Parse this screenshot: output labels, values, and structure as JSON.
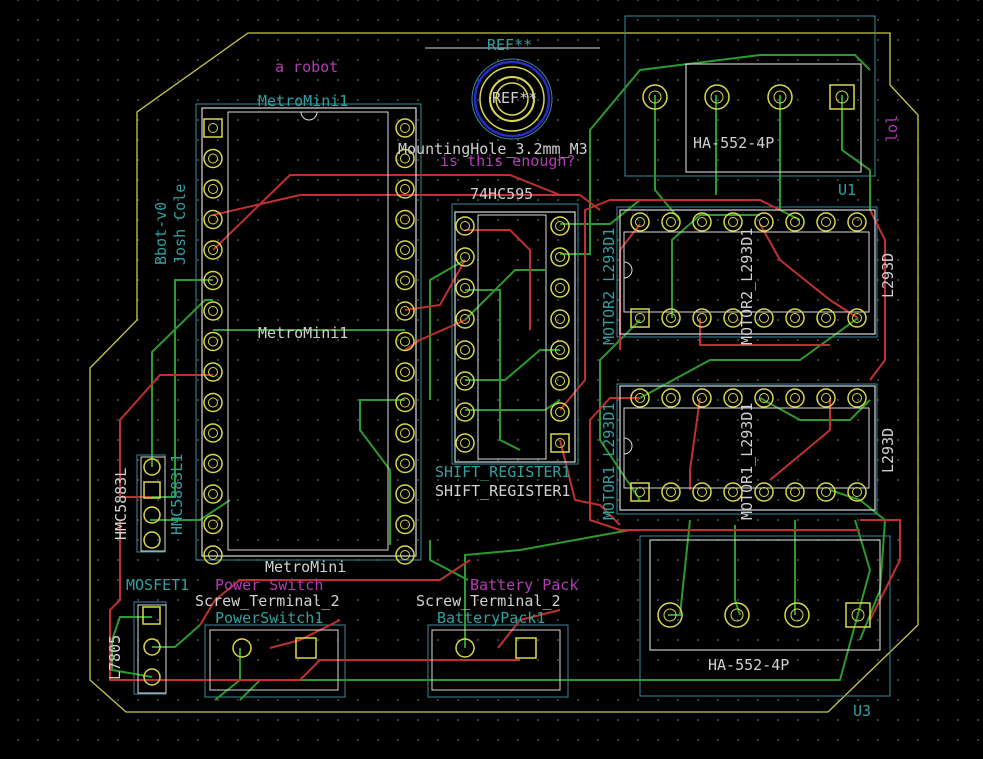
{
  "board": {
    "title_silk": "a robot",
    "side_silk_1": "Bbot-v0",
    "side_silk_2": "Josh Cole",
    "lol": "lol",
    "enough": "is this enough?",
    "power_switch_silk": "Power Switch",
    "battery_pack_silk": "Battery Pack",
    "mosfet_silk": "MOSFET1"
  },
  "components": {
    "metromini": {
      "ref": "MetroMini1",
      "value": "MetroMini1",
      "footprint": "MetroMini"
    },
    "mounting_hole": {
      "ref": "REF**",
      "value": "REF**",
      "footprint": "MountingHole_3.2mm_M3"
    },
    "shift_register": {
      "ref": "SHIFT_REGISTER1",
      "value": "SHIFT_REGISTER1",
      "footprint": "74HC595"
    },
    "motor2": {
      "ref": "MOTOR2_L293D1",
      "value": "MOTOR2_L293D1",
      "footprint": "L293D"
    },
    "motor1": {
      "ref": "MOTOR1_L293D1",
      "value": "MOTOR1_L293D1",
      "footprint": "L293D"
    },
    "u1": {
      "ref": "U1",
      "value": "HA-552-4P"
    },
    "u3": {
      "ref": "U3",
      "value": "HA-552-4P"
    },
    "hmc": {
      "ref": "HMC5883L1",
      "value": "HMC5883L"
    },
    "regulator": {
      "value": "L7805"
    },
    "power_switch": {
      "ref": "PowerSwitch1",
      "footprint": "Screw_Terminal_2"
    },
    "battery_pack": {
      "ref": "BatteryPack1",
      "footprint": "Screw_Terminal_2"
    }
  },
  "colors": {
    "background": "#000000",
    "edge_cuts": "#c8c84a",
    "front_copper": "#c03030",
    "back_copper": "#2c9a2c",
    "silkscreen": "#d8d8d8",
    "pads": "#d8d84a",
    "courtyard": "#3a8aa0",
    "fab_text": "#d0d0d0",
    "user_text": "#b33cb3",
    "ref_text": "#30a0a0"
  }
}
